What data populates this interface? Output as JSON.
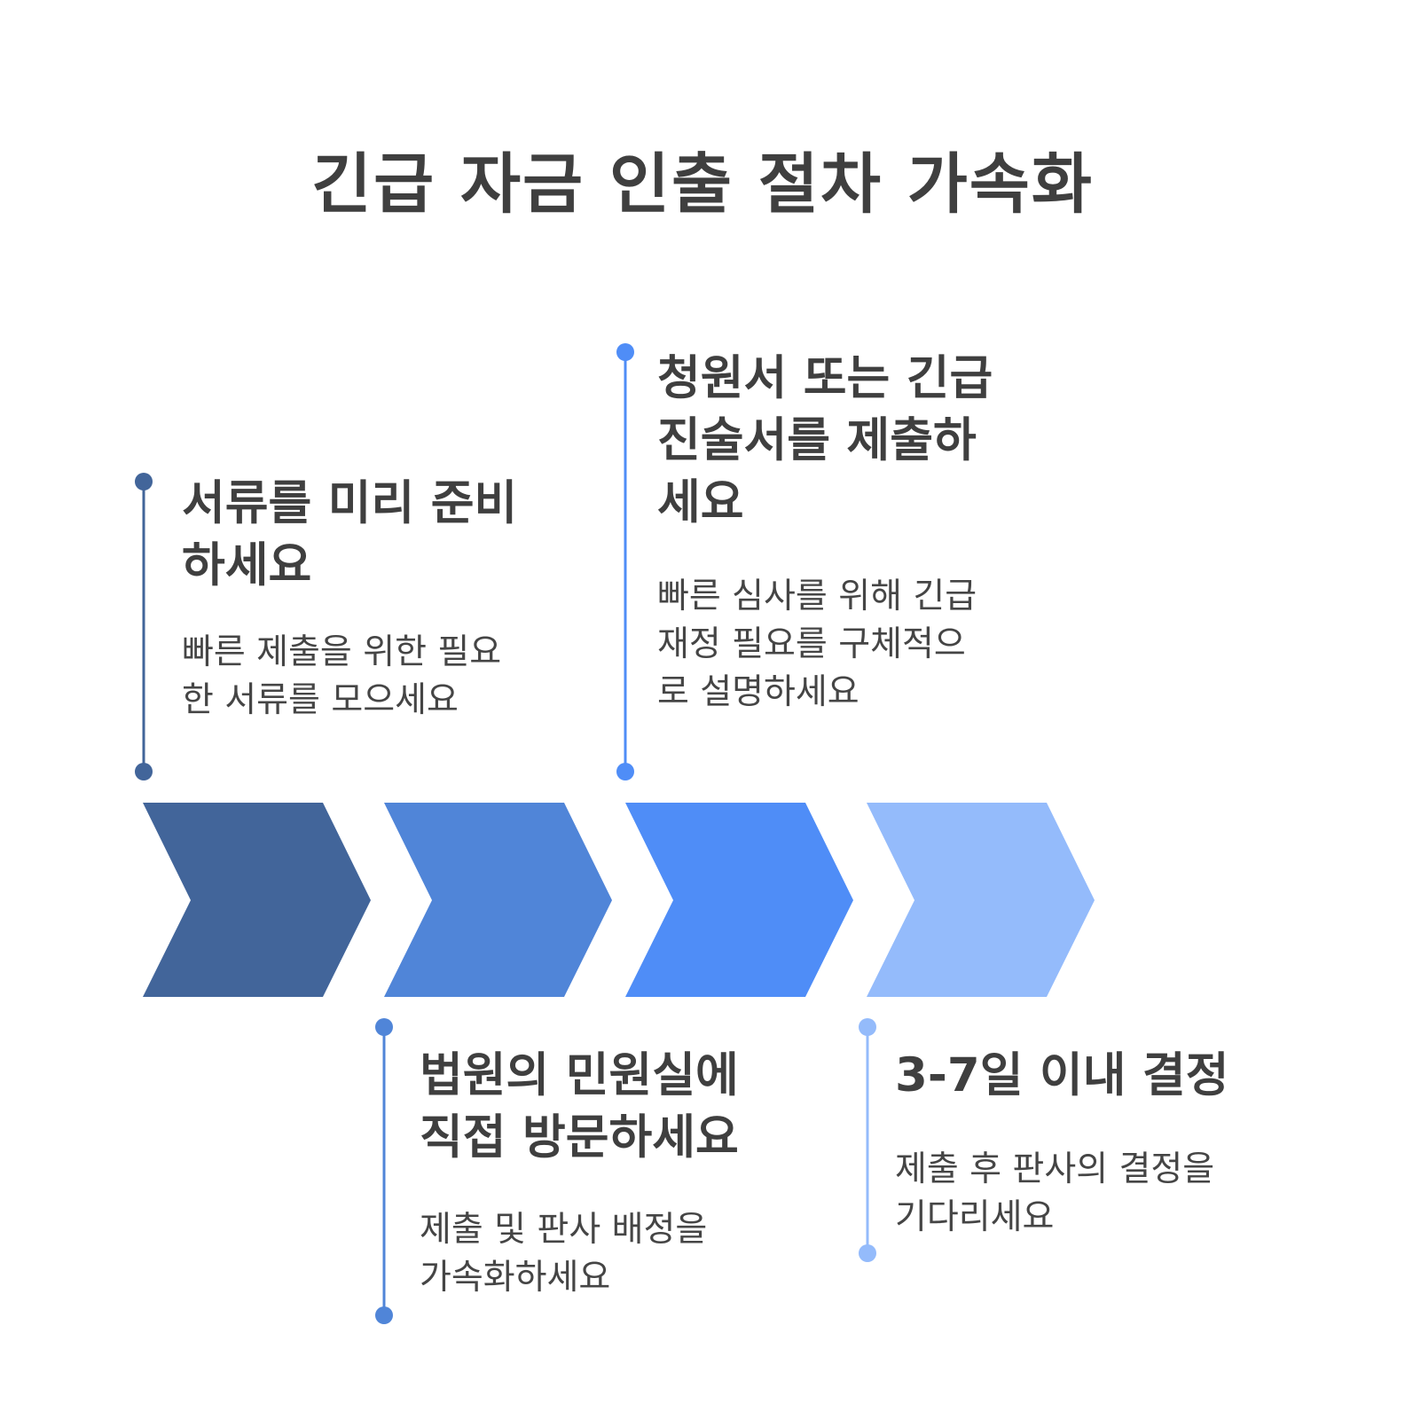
{
  "title": "긴급 자금 인출 절차 가속화",
  "colors": {
    "step1": "#42659a",
    "step2": "#5085d8",
    "step3": "#4f8df7",
    "step4": "#94bbfb"
  },
  "steps": [
    {
      "title_lines": [
        "서류를 미리 준비",
        "하세요"
      ],
      "desc_lines": [
        "빠른 제출을 위한 필요",
        "한 서류를 모으세요"
      ]
    },
    {
      "title_lines": [
        "법원의 민원실에",
        "직접 방문하세요"
      ],
      "desc_lines": [
        "제출 및 판사 배정을",
        "가속화하세요"
      ]
    },
    {
      "title_lines": [
        "청원서 또는 긴급",
        "진술서를 제출하",
        "세요"
      ],
      "desc_lines": [
        "빠른 심사를 위해 긴급",
        "재정 필요를 구체적으",
        "로 설명하세요"
      ]
    },
    {
      "title_lines": [
        "3-7일 이내 결정"
      ],
      "desc_lines": [
        "제출 후 판사의 결정을",
        "기다리세요"
      ]
    }
  ]
}
